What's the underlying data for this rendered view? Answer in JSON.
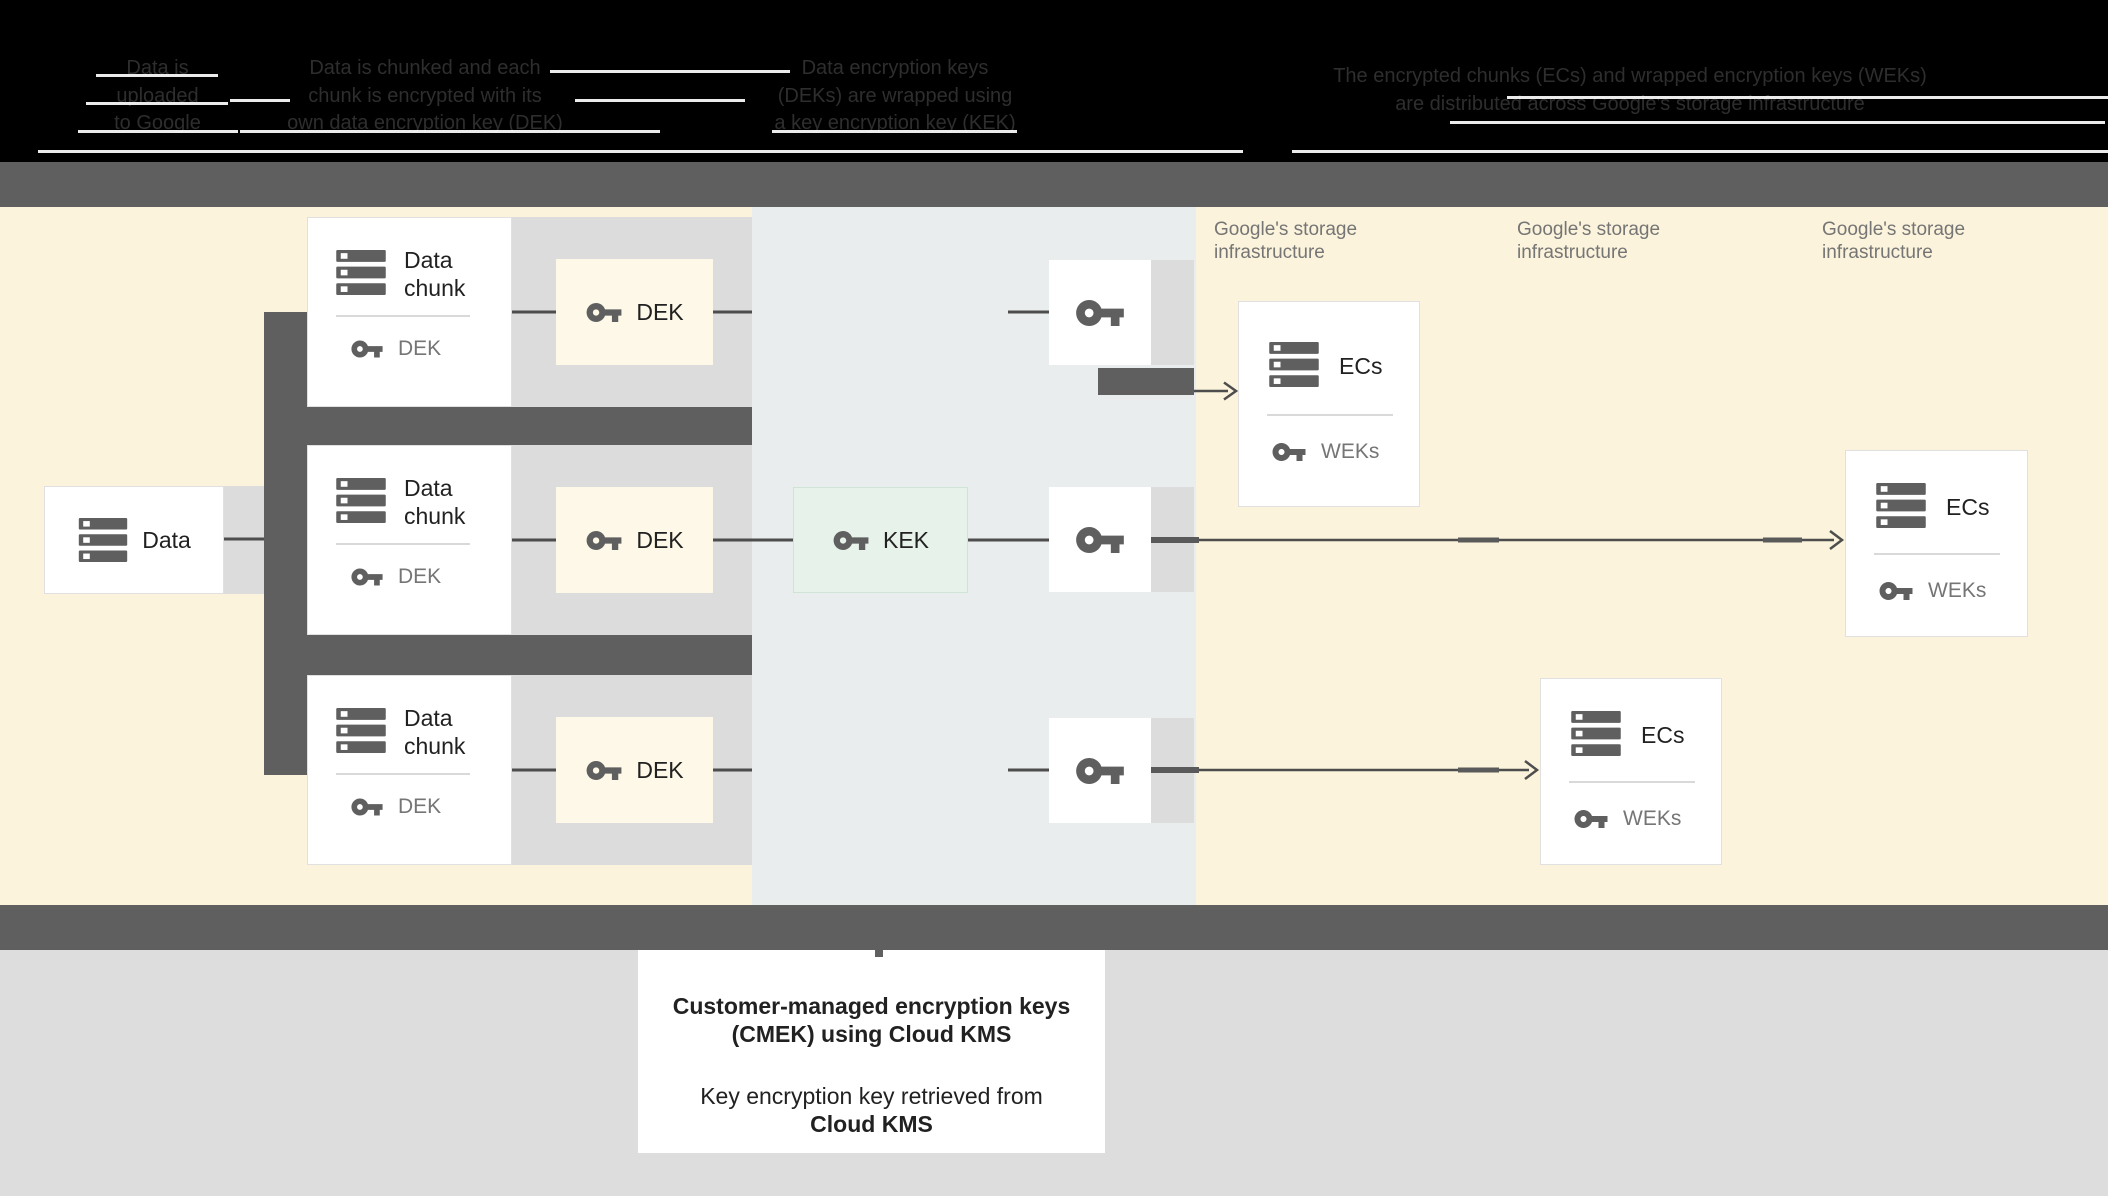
{
  "colors": {
    "bg_header": "#000000",
    "header_text": "#2e2e2e",
    "band": "#5f5f5f",
    "cream": "#fbf3db",
    "cream_light": "#fdf8e7",
    "kek_col": "#e9eded",
    "gray_band": "#dcdcdc",
    "mint": "#e7f2ea",
    "mint_border": "#cfe3d6",
    "white": "#ffffff",
    "box_border": "#e0e0e0",
    "icon_gray": "#5f5f5f",
    "text_dark": "#212121",
    "text_gray": "#757575",
    "line": "#4d4d4d",
    "footer_bg": "#dddddd",
    "streak": "#ffffff"
  },
  "header": {
    "columns": [
      {
        "lines": [
          "Data is",
          "uploaded",
          "to Google"
        ]
      },
      {
        "lines": [
          "Data is chunked and each",
          "chunk is encrypted with its",
          "own data encryption key (DEK)"
        ]
      },
      {
        "lines": [
          "Data encryption keys",
          "(DEKs) are wrapped using",
          "a key encryption key (KEK)"
        ]
      },
      {
        "lines": [
          "The encrypted chunks (ECs) and wrapped encryption keys (WEKs)",
          "are distributed across Google's storage infrastructure"
        ]
      }
    ]
  },
  "storage_label": {
    "line1": "Google's storage",
    "line2": "infrastructure"
  },
  "boxes": {
    "data": {
      "label": "Data"
    },
    "chunk": {
      "title": "Data chunk",
      "key_label": "DEK"
    },
    "dek": {
      "label": "DEK"
    },
    "kek": {
      "label": "KEK"
    },
    "ecs": {
      "title": "ECs",
      "key_label": "WEKs"
    }
  },
  "footer": {
    "title": "Customer-managed encryption keys (CMEK) using Cloud KMS",
    "line_regular": "Key encryption key retrieved from",
    "line_bold": "Cloud KMS"
  },
  "icons": [
    "server-stack-icon",
    "vpn-key-icon"
  ]
}
